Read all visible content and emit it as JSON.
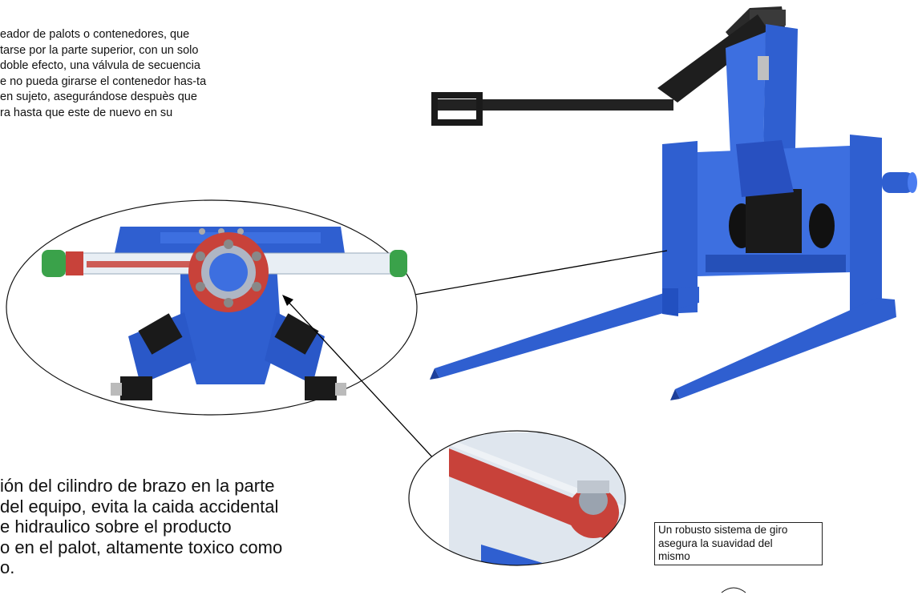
{
  "top_paragraph": {
    "lines": [
      "eador de palots o contenedores, que",
      "tarse por la parte superior, con un solo",
      "doble efecto, una válvula de secuencia",
      "e no pueda girarse el contenedor has-ta",
      "en sujeto,  asegurándose despuès que",
      "ra hasta que este de nuevo en su"
    ]
  },
  "bottom_paragraph": {
    "lines": [
      "ión del cilindro de brazo en la parte",
      " del equipo, evita la caida accidental",
      "e hidraulico sobre el producto",
      "o en el palot, altamente toxico como",
      "o."
    ]
  },
  "callout": {
    "lines": [
      "Un robusto sistema de giro",
      "asegura la suavidad del",
      "mismo"
    ]
  },
  "colors": {
    "machine_blue": "#2f5fd0",
    "machine_blue_dark": "#1d3f9a",
    "rack_red": "#c8423a",
    "cap_green": "#3aa24a",
    "dark_part": "#1a1a1a"
  }
}
